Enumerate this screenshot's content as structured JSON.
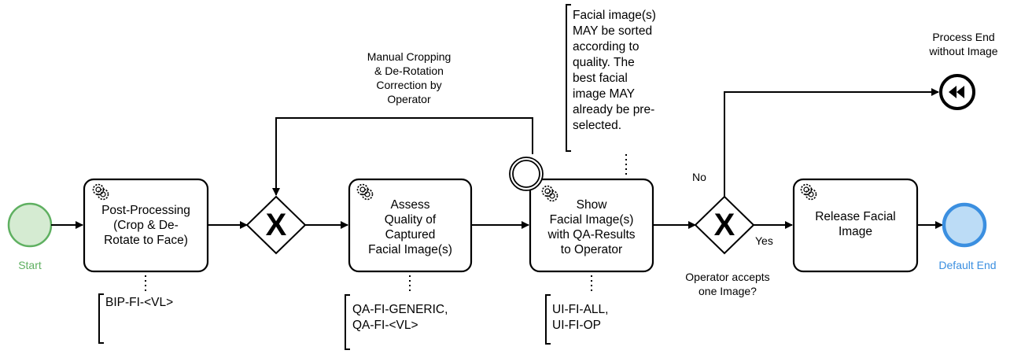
{
  "colors": {
    "start_stroke": "#5fb061",
    "start_fill": "#d5ebd2",
    "start_label": "#5fb061",
    "end_stroke": "#3b8fe0",
    "end_fill": "#bcdcf6",
    "end_label": "#3b8fe0",
    "line": "#000000"
  },
  "events": {
    "start_label": "Start",
    "default_end_label": "Default End",
    "process_end_label": "Process End\nwithout Image"
  },
  "tasks": {
    "post_processing": "Post-Processing\n(Crop & De-\nRotate to Face)",
    "assess_quality": "Assess\nQuality of\nCaptured\nFacial Image(s)",
    "show_images": "Show\nFacial Image(s)\nwith QA-Results\nto Operator",
    "release_image": "Release Facial\nImage"
  },
  "annotations": {
    "bip": "BIP-FI-<VL>",
    "qa": "QA-FI-GENERIC,\nQA-FI-<VL>",
    "ui": "UI-FI-ALL,\nUI-FI-OP",
    "sort_note": "Facial image(s)\nMAY be sorted\naccording to\nquality. The\nbest facial\nimage MAY\nalready be pre-\nselected."
  },
  "flows": {
    "manual_cropping": "Manual Cropping\n& De-Rotation\nCorrection by\nOperator",
    "no": "No",
    "yes": "Yes"
  },
  "gateway": {
    "question": "Operator accepts\none Image?",
    "symbol": "X"
  }
}
